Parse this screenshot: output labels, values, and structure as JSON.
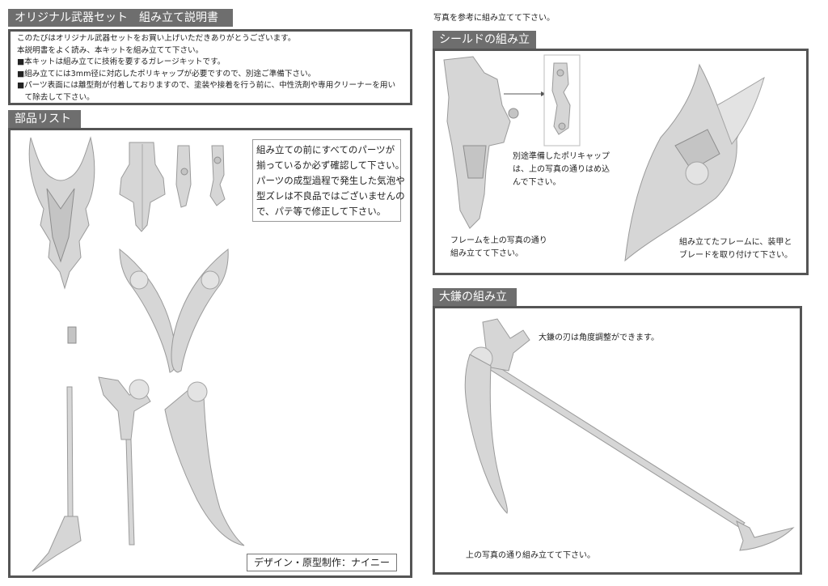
{
  "header": {
    "title": "オリジナル武器セット　組み立て説明書"
  },
  "intro": {
    "lines": [
      "このたびはオリジナル武器セットをお買い上げいただきありがとうございます。",
      "本説明書をよく読み、本キットを組み立てて下さい。",
      "■本キットは組み立てに技術を要するガレージキットです。",
      "■組み立てには3mm径に対応したポリキャップが必要ですので、別途ご準備下さい。",
      "■パーツ表面には離型剤が付着しておりますので、塗装や接着を行う前に、中性洗剤や専用クリーナーを用い",
      "　て除去して下さい。"
    ]
  },
  "parts_list": {
    "title": "部品リスト",
    "note_lines": [
      "組み立ての前にすべてのパーツが",
      "揃っているか必ず確認して下さい。",
      "パーツの成型過程で発生した気泡や",
      "型ズレは不良品ではございませんの",
      "で、パテ等で修正して下さい。"
    ],
    "credit": "デザイン・原型制作：ナイニー"
  },
  "right_top_note": "写真を参考に組み立てて下さい。",
  "shield": {
    "title": "シールドの組み立て",
    "caption_polycap": [
      "別途準備したポリキャップ",
      "は、上の写真の通りはめ込",
      "んで下さい。"
    ],
    "caption_frame": [
      "フレームを上の写真の通り",
      "組み立てて下さい。"
    ],
    "caption_armor": [
      "組み立てたフレームに、装甲と",
      "ブレードを取り付けて下さい。"
    ]
  },
  "scythe": {
    "title": "大鎌の組み立て",
    "caption_angle": "大鎌の刃は角度調整ができます。",
    "caption_assemble": "上の写真の通り組み立てて下さい。"
  }
}
